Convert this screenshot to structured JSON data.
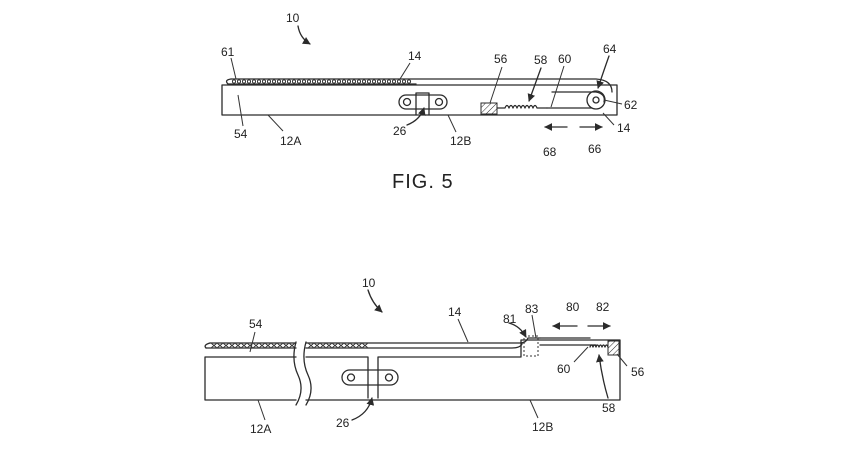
{
  "fig5": {
    "caption": "FIG. 5",
    "labels": {
      "device": "10",
      "flex_edge": "61",
      "display": "14",
      "block": "56",
      "spring": "58",
      "cable": "60",
      "end": "64",
      "roller": "62",
      "display_end": "14",
      "spring_strip": "54",
      "housing_left": "12A",
      "hinge": "26",
      "housing_right": "12B",
      "arrow_in": "68",
      "arrow_out": "66"
    }
  },
  "fig6": {
    "labels": {
      "device": "10",
      "spring_strip": "54",
      "display": "14",
      "bend": "81",
      "segment": "83",
      "arrow_left": "80",
      "arrow_right": "82",
      "cable": "60",
      "block": "56",
      "spring": "58",
      "housing_left": "12A",
      "hinge": "26",
      "housing_right": "12B"
    }
  }
}
